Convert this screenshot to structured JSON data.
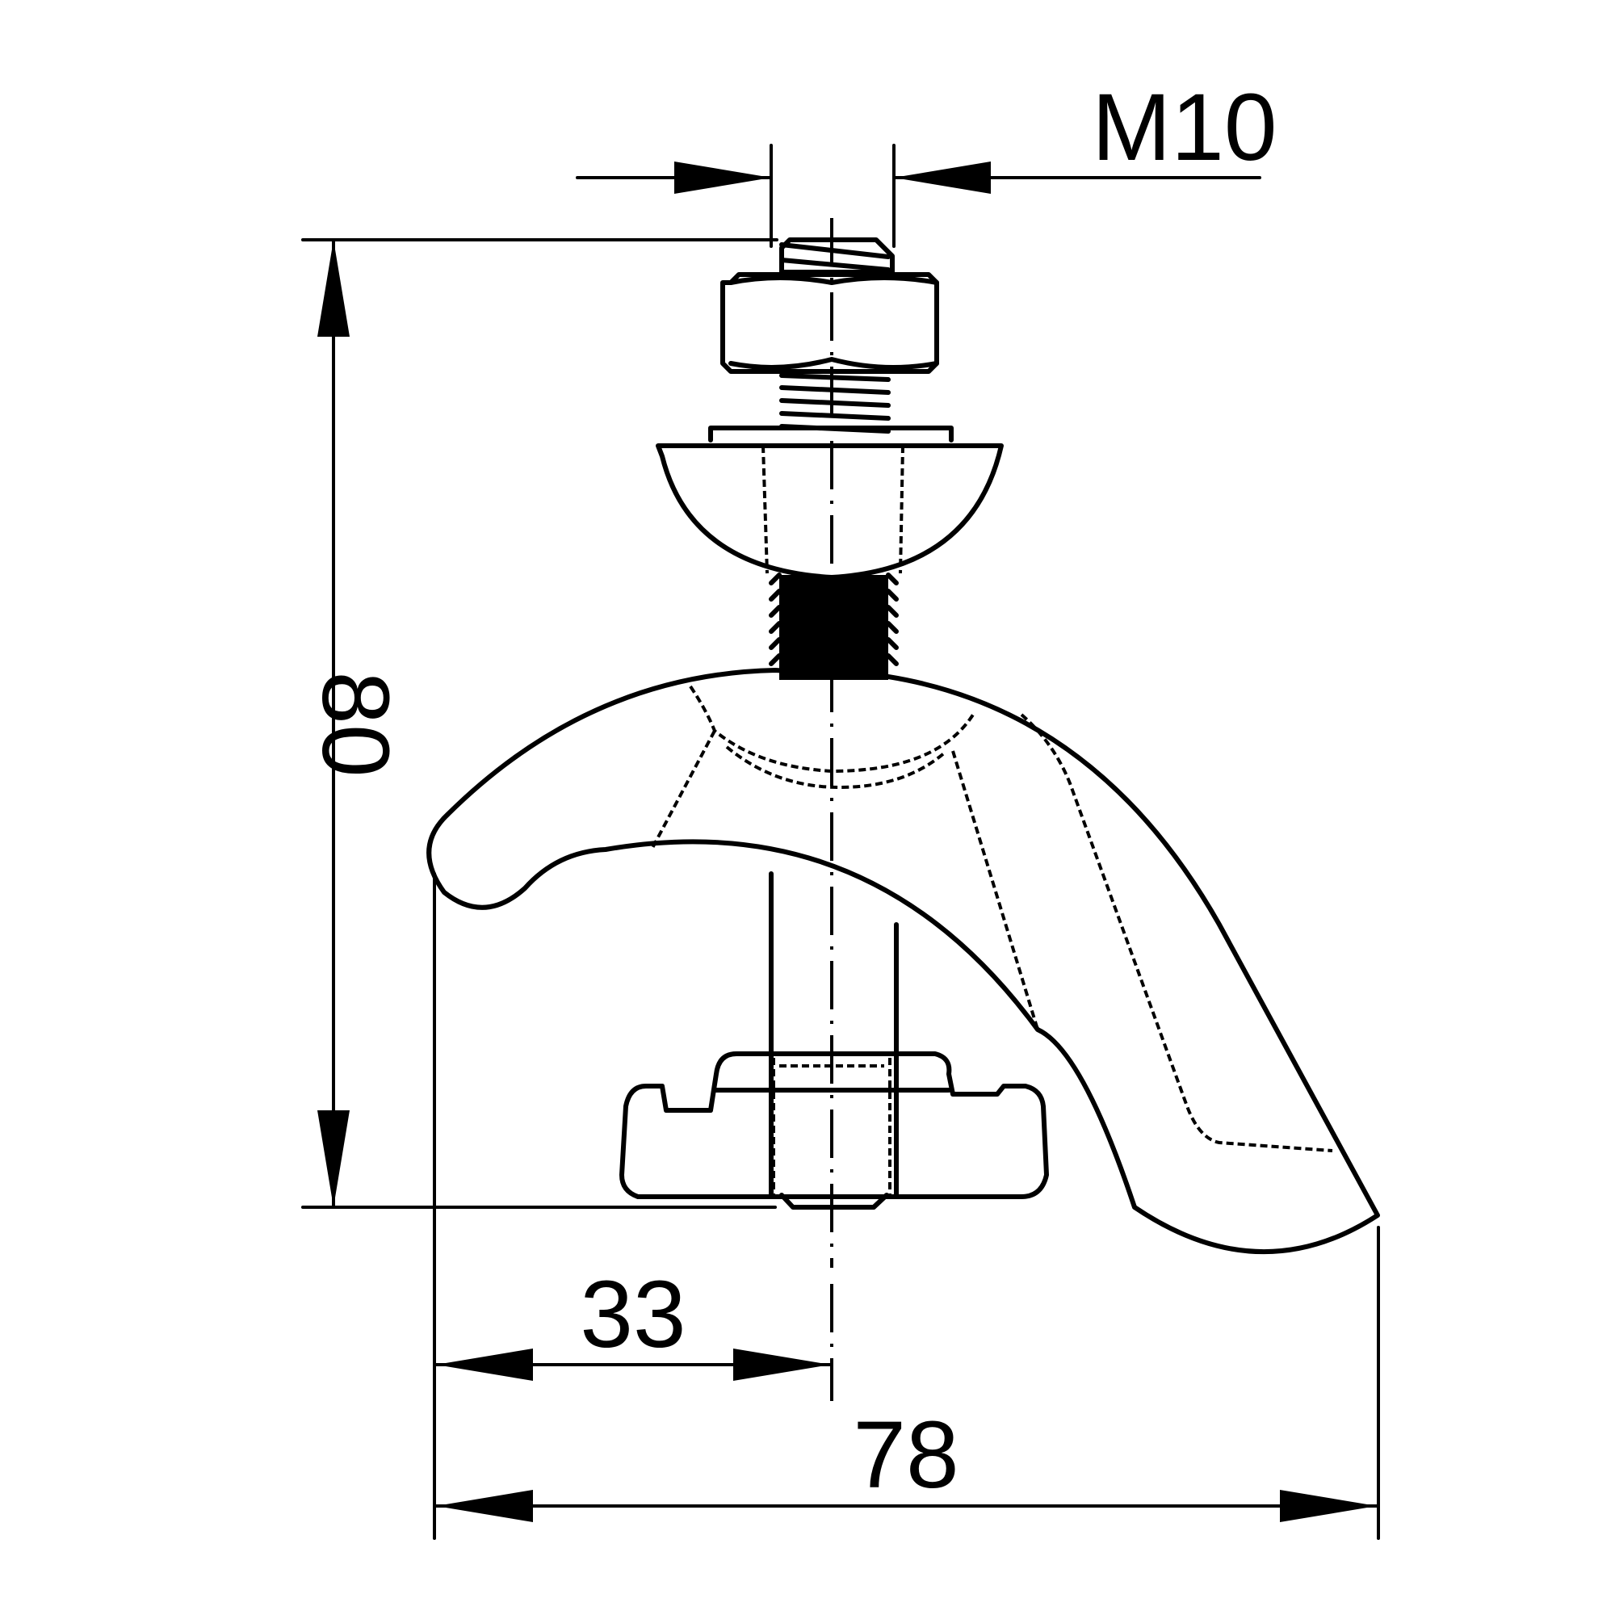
{
  "drawing": {
    "dimensions": {
      "thread": "M10",
      "height": "80",
      "offset": "33",
      "width": "78"
    }
  }
}
